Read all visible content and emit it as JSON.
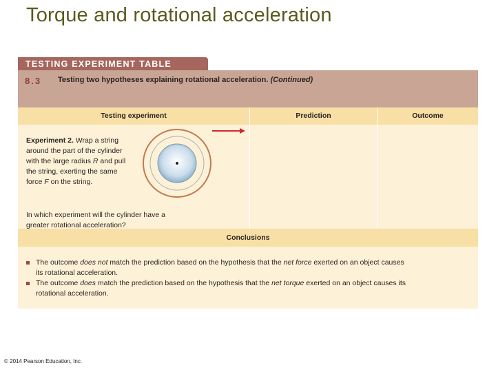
{
  "slide": {
    "title": "Torque and rotational acceleration",
    "footer": "© 2014 Pearson Education, Inc."
  },
  "table": {
    "banner": "TESTING EXPERIMENT TABLE",
    "section_number": "8.3",
    "section_title": "Testing two hypotheses explaining rotational acceleration.",
    "section_title_suffix": "(Continued)",
    "columns": [
      "Testing experiment",
      "Prediction",
      "Outcome"
    ],
    "experiment": {
      "label": "Experiment 2.",
      "text_1": " Wrap a string around the part of the cylinder with the large radius ",
      "radius_symbol": "R",
      "text_2": " and pull the string, exerting the same force ",
      "force_symbol": "F",
      "text_3": " on the string."
    },
    "question": "In which experiment will the cylinder have a greater rotational acceleration?",
    "conclusions_heading": "Conclusions",
    "conclusions": [
      {
        "pre": "The outcome ",
        "em": "does not",
        "mid": " match the prediction based on the hypothesis that the ",
        "em2": "net force",
        "post": " exerted on an object causes its rotational acceleration."
      },
      {
        "pre": "The outcome ",
        "em": "does",
        "mid": " match the prediction based on the hypothesis that the ",
        "em2": "net torque",
        "post": " exerted on an object causes its rotational acceleration."
      }
    ]
  },
  "colors": {
    "title": "#5a5a1e",
    "banner": "#a6665d",
    "header_band": "#c8a595",
    "column_header": "#f7dfa6",
    "body": "#fdf1d8",
    "force_arrow": "#d0282a"
  },
  "icons": [
    "cylinder-diagram",
    "force-arrow"
  ]
}
